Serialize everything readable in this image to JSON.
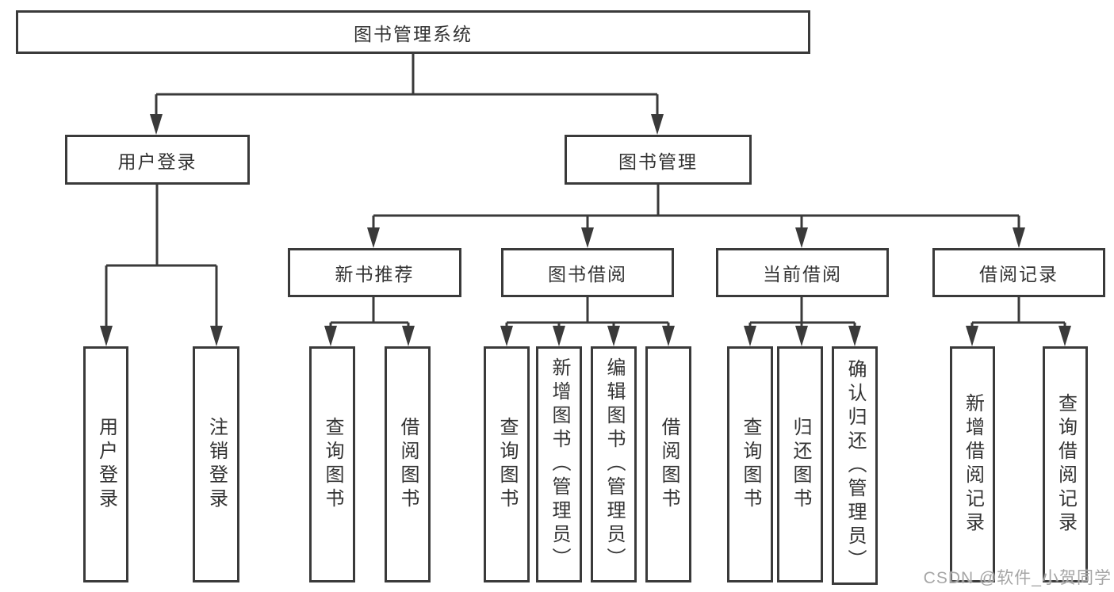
{
  "colors": {
    "line": "#3a3a3a",
    "text": "#333333",
    "watermark": "#a6a6a6",
    "background": "#ffffff"
  },
  "watermark": "CSDN @软件_小贺同学",
  "tree": {
    "root": {
      "label": "图书管理系统"
    },
    "children": [
      {
        "label": "用户登录",
        "children": [
          {
            "label": "用户登录"
          },
          {
            "label": "注销登录"
          }
        ]
      },
      {
        "label": "图书管理",
        "children": [
          {
            "label": "新书推荐",
            "children": [
              {
                "label": "查询图书"
              },
              {
                "label": "借阅图书"
              }
            ]
          },
          {
            "label": "图书借阅",
            "children": [
              {
                "label": "查询图书"
              },
              {
                "label": "新增图书（管理员）"
              },
              {
                "label": "编辑图书（管理员）"
              },
              {
                "label": "借阅图书"
              }
            ]
          },
          {
            "label": "当前借阅",
            "children": [
              {
                "label": "查询图书"
              },
              {
                "label": "归还图书"
              },
              {
                "label": "确认归还（管理员）"
              }
            ]
          },
          {
            "label": "借阅记录",
            "children": [
              {
                "label": "新增借阅记录"
              },
              {
                "label": "查询借阅记录"
              }
            ]
          }
        ]
      }
    ]
  }
}
